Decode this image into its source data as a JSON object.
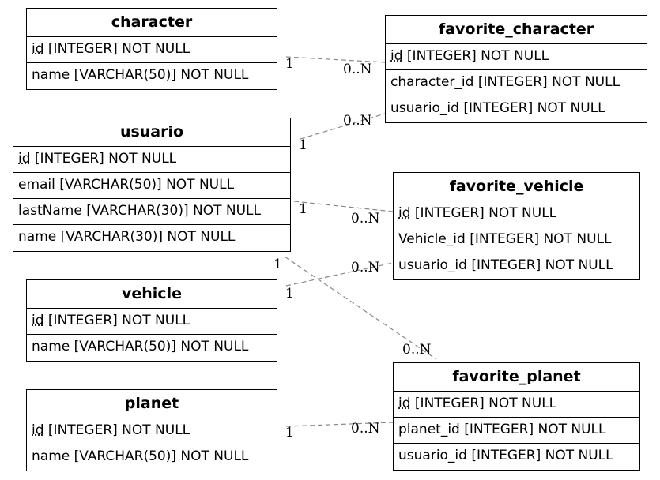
{
  "entities": {
    "character": {
      "name": "character",
      "fields": [
        {
          "pk": "id",
          "rest": " [INTEGER] NOT NULL"
        },
        {
          "pk": "",
          "rest": "name [VARCHAR(50)] NOT NULL"
        }
      ]
    },
    "usuario": {
      "name": "usuario",
      "fields": [
        {
          "pk": "id",
          "rest": " [INTEGER] NOT NULL"
        },
        {
          "pk": "",
          "rest": "email [VARCHAR(50)] NOT NULL"
        },
        {
          "pk": "",
          "rest": "lastName [VARCHAR(30)] NOT NULL"
        },
        {
          "pk": "",
          "rest": "name [VARCHAR(30)] NOT NULL"
        }
      ]
    },
    "vehicle": {
      "name": "vehicle",
      "fields": [
        {
          "pk": "id",
          "rest": " [INTEGER] NOT NULL"
        },
        {
          "pk": "",
          "rest": "name [VARCHAR(50)] NOT NULL"
        }
      ]
    },
    "planet": {
      "name": "planet",
      "fields": [
        {
          "pk": "id",
          "rest": " [INTEGER] NOT NULL"
        },
        {
          "pk": "",
          "rest": "name [VARCHAR(50)] NOT NULL"
        }
      ]
    },
    "favorite_character": {
      "name": "favorite_character",
      "fields": [
        {
          "pk": "id",
          "rest": " [INTEGER] NOT NULL"
        },
        {
          "pk": "",
          "rest": "character_id [INTEGER] NOT NULL"
        },
        {
          "pk": "",
          "rest": "usuario_id [INTEGER] NOT NULL"
        }
      ]
    },
    "favorite_vehicle": {
      "name": "favorite_vehicle",
      "fields": [
        {
          "pk": "id",
          "rest": " [INTEGER] NOT NULL"
        },
        {
          "pk": "",
          "rest": "Vehicle_id [INTEGER] NOT NULL"
        },
        {
          "pk": "",
          "rest": "usuario_id [INTEGER] NOT NULL"
        }
      ]
    },
    "favorite_planet": {
      "name": "favorite_planet",
      "fields": [
        {
          "pk": "id",
          "rest": " [INTEGER] NOT NULL"
        },
        {
          "pk": "",
          "rest": "planet_id [INTEGER] NOT NULL"
        },
        {
          "pk": "",
          "rest": "usuario_id [INTEGER] NOT NULL"
        }
      ]
    }
  },
  "relationships": [
    {
      "from": "character",
      "to": "favorite_character",
      "from_card": "1",
      "to_card": "0..N"
    },
    {
      "from": "usuario",
      "to": "favorite_character",
      "from_card": "1",
      "to_card": "0..N"
    },
    {
      "from": "usuario",
      "to": "favorite_vehicle",
      "from_card": "1",
      "to_card": "0..N"
    },
    {
      "from": "vehicle",
      "to": "favorite_vehicle",
      "from_card": "1",
      "to_card": "0..N"
    },
    {
      "from": "usuario",
      "to": "favorite_planet",
      "from_card": "1",
      "to_card": "0..N"
    },
    {
      "from": "planet",
      "to": "favorite_planet",
      "from_card": "1",
      "to_card": "0..N"
    }
  ],
  "colors": {
    "line": "#888888",
    "border": "#000000"
  }
}
